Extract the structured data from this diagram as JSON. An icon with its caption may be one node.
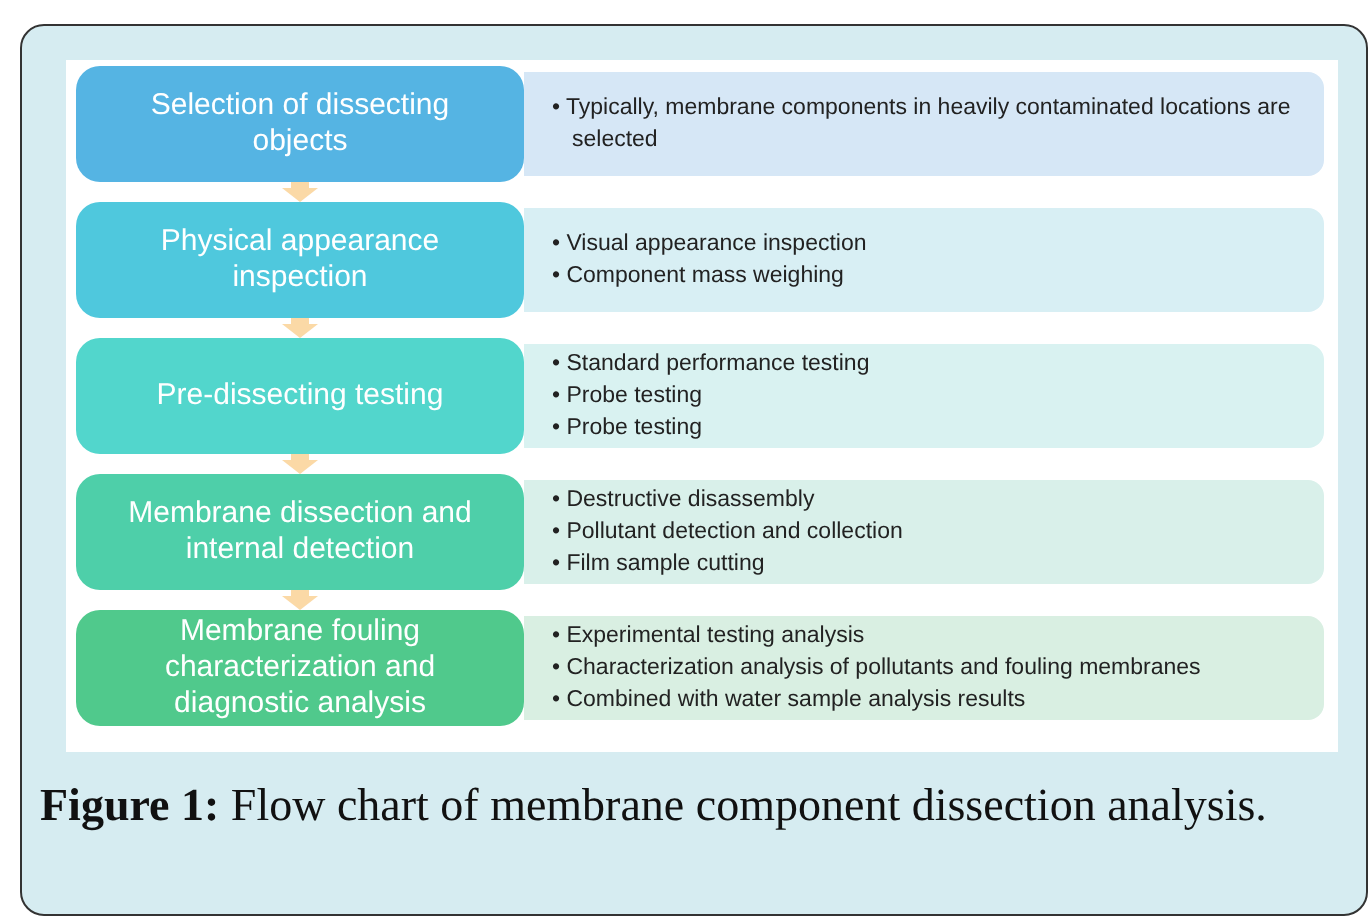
{
  "diagram": {
    "caption": "**Figure 1:** Flow chart of membrane component dissection analysis.",
    "nodes": [
      {
        "text": [
          "Selection of dissecting objects"
        ]
      },
      {
        "text": [
          "Physical appearance inspection"
        ]
      },
      {
        "text": [
          "Pre-dissecting testing"
        ]
      },
      {
        "text": [
          "Membrane dissection and internal detection"
        ]
      },
      {
        "text": [
          "Membrane fouling characterization and diagnostic analysis"
        ]
      },
      {
        "text": [
          "• Typically, membrane components in heavily contaminated locations are selected"
        ]
      },
      {
        "text": [
          "• Visual appearance inspection",
          "• Component mass weighing"
        ]
      },
      {
        "text": [
          "• Standard performance testing",
          "• Probe testing",
          "• Probe testing"
        ]
      },
      {
        "text": [
          "• Destructive disassembly",
          "• Pollutant detection and collection",
          "• Film sample cutting"
        ]
      },
      {
        "text": [
          "• Experimental testing analysis",
          "• Characterization analysis of pollutants and fouling membranes",
          "• Combined with water sample analysis results"
        ]
      }
    ],
    "edges": [
      {
        "from": 0,
        "to": 1,
        "arrow": "to"
      },
      {
        "from": 1,
        "to": 2,
        "arrow": "to"
      },
      {
        "from": 2,
        "to": 3,
        "arrow": "to"
      },
      {
        "from": 3,
        "to": 4,
        "arrow": "to"
      }
    ]
  }
}
